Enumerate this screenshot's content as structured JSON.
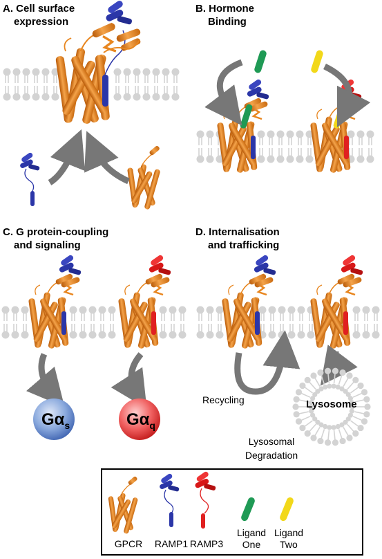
{
  "panels": {
    "a": {
      "title_line1": "A. Cell surface",
      "title_line2": "expression"
    },
    "b": {
      "title_line1": "B. Hormone",
      "title_line2": "Binding"
    },
    "c": {
      "title_line1": "C. G protein-coupling",
      "title_line2": "and signaling"
    },
    "d": {
      "title_line1": "D. Internalisation",
      "title_line2": "and trafficking"
    }
  },
  "signals": {
    "gas": {
      "main": "Gα",
      "sub": "s"
    },
    "gaq": {
      "main": "Gα",
      "sub": "q"
    }
  },
  "trafficking": {
    "recycling": "Recycling",
    "lysosome": "Lysosome",
    "degradation_line1": "Lysosomal",
    "degradation_line2": "Degradation"
  },
  "legend": {
    "items": [
      {
        "line1": "GPCR",
        "line2": ""
      },
      {
        "line1": "RAMP1",
        "line2": ""
      },
      {
        "line1": "RAMP3",
        "line2": ""
      },
      {
        "line1": "Ligand",
        "line2": "One"
      },
      {
        "line1": "Ligand",
        "line2": "Two"
      }
    ]
  },
  "colors": {
    "gpcr": "#e8861f",
    "ramp1": "#2b36a8",
    "ramp3": "#e02020",
    "ligand_one": "#1f9a55",
    "ligand_two": "#f2d81a",
    "membrane": "#cfcfcf",
    "arrow": "#777777",
    "gas_bubble": "#4a78c8",
    "gaq_bubble": "#e03030"
  }
}
